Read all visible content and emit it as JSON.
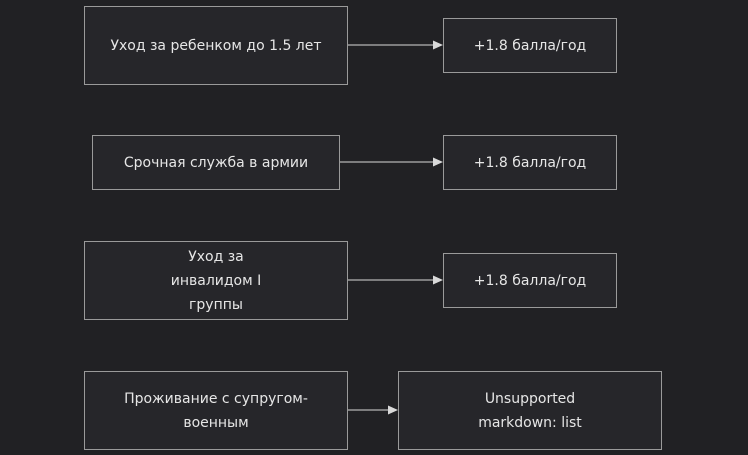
{
  "rows": [
    {
      "source_label": "Уход за ребенком до 1.5 лет",
      "target_label": "+1.8 балла/год"
    },
    {
      "source_label": "Срочная служба в армии",
      "target_label": "+1.8 балла/год"
    },
    {
      "source_label": "Уход за инвалидом I группы",
      "target_label": "+1.8 балла/год"
    },
    {
      "source_label": "Проживание с супругом-военным",
      "target_label": "Unsupported markdown: list"
    }
  ],
  "colors": {
    "background": "#212124",
    "node_fill": "#26262a",
    "node_border": "#9a9a9a",
    "edge": "#d9d9d9",
    "text": "#e6e6e6"
  }
}
